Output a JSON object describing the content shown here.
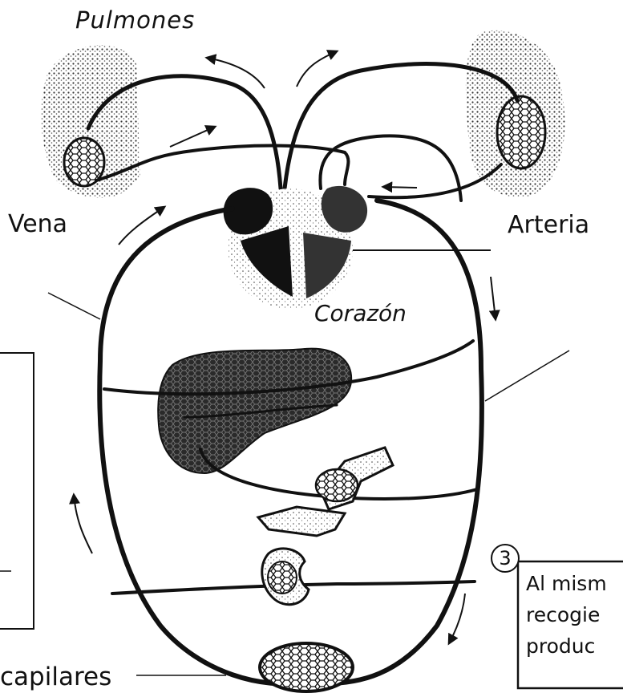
{
  "labels": {
    "lungs": "Pulmones",
    "vein": "Vena",
    "artery": "Arteria",
    "heart": "Corazón",
    "capillaries": "capilares"
  },
  "step": {
    "number": "3",
    "text_lines": [
      "Al mism",
      "recogie",
      "produc"
    ]
  }
}
